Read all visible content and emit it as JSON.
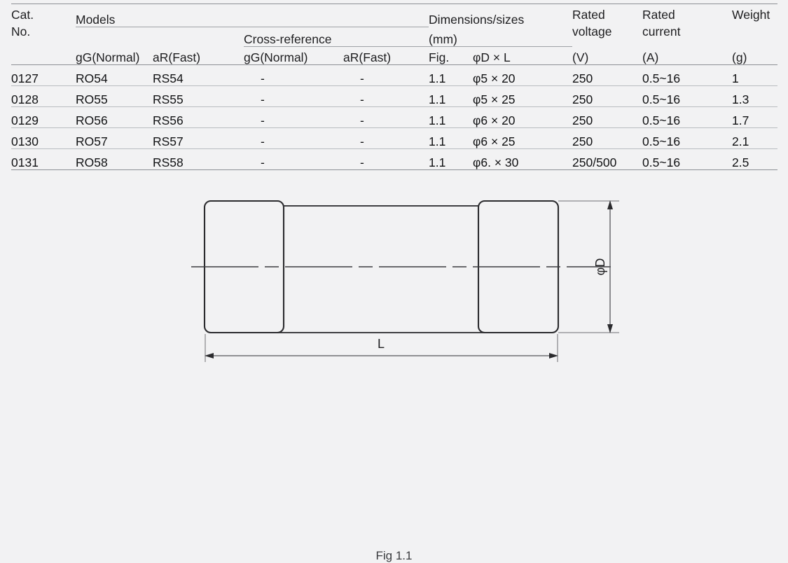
{
  "table": {
    "headers": {
      "cat_no": "Cat.\nNo.",
      "cat_no_line1": "Cat.",
      "cat_no_line2": "No.",
      "models": "Models",
      "cross_reference": "Cross-reference",
      "gg_normal": "gG(Normal)",
      "ar_fast": "aR(Fast)",
      "xref_gg_normal": "gG(Normal)",
      "xref_ar_fast": "aR(Fast)",
      "dimensions_line1": "Dimensions/sizes",
      "dimensions_line2": "(mm)",
      "fig": "Fig.",
      "dia_x_len": "φD × L",
      "rated_voltage_line1": "Rated",
      "rated_voltage_line2": "voltage",
      "rated_voltage_unit": "(V)",
      "rated_current_line1": "Rated",
      "rated_current_line2": "current",
      "rated_current_unit": "(A)",
      "weight_line1": "Weight",
      "weight_unit": "(g)"
    },
    "rows": [
      {
        "cat_no": "0127",
        "gg_normal": "RO54",
        "ar_fast": "RS54",
        "xref_gg": "-",
        "xref_ar": "-",
        "fig": "1.1",
        "dimensions": "φ5 × 20",
        "rated_voltage": "250",
        "rated_current": "0.5~16",
        "weight": "1"
      },
      {
        "cat_no": "0128",
        "gg_normal": "RO55",
        "ar_fast": "RS55",
        "xref_gg": "-",
        "xref_ar": "-",
        "fig": "1.1",
        "dimensions": "φ5 × 25",
        "rated_voltage": "250",
        "rated_current": "0.5~16",
        "weight": "1.3"
      },
      {
        "cat_no": "0129",
        "gg_normal": "RO56",
        "ar_fast": "RS56",
        "xref_gg": "-",
        "xref_ar": "-",
        "fig": "1.1",
        "dimensions": "φ6 × 20",
        "rated_voltage": "250",
        "rated_current": "0.5~16",
        "weight": "1.7"
      },
      {
        "cat_no": "0130",
        "gg_normal": "RO57",
        "ar_fast": "RS57",
        "xref_gg": "-",
        "xref_ar": "-",
        "fig": "1.1",
        "dimensions": "φ6 × 25",
        "rated_voltage": "250",
        "rated_current": "0.5~16",
        "weight": "2.1"
      },
      {
        "cat_no": "0131",
        "gg_normal": "RO58",
        "ar_fast": "RS58",
        "xref_gg": "-",
        "xref_ar": "-",
        "fig": "1.1",
        "dimensions": "φ6. × 30",
        "rated_voltage": "250/500",
        "rated_current": "0.5~16",
        "weight": "2.5"
      }
    ]
  },
  "figure": {
    "caption": "Fig 1.1",
    "dimension_diameter_label": "φD",
    "dimension_length_label": "L"
  },
  "colors": {
    "background": "#f2f2f3",
    "text": "#1d1d1f",
    "rule_strong": "#8d9095",
    "rule_light": "#b9bcc0",
    "drawing_line": "#2b2b2e",
    "dimension_line": "#54555a"
  }
}
